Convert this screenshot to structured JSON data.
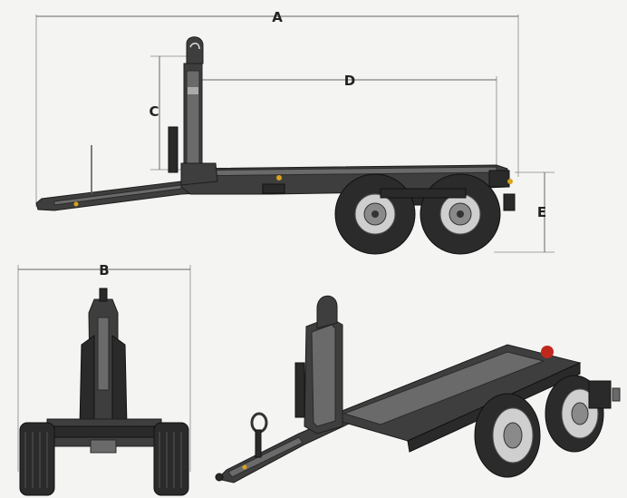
{
  "dimensions": {
    "A": "A",
    "B": "B",
    "C": "C",
    "D": "D",
    "E": "E"
  },
  "views": {
    "side": "side-view",
    "rear": "rear-view",
    "perspective": "perspective-view"
  },
  "colors": {
    "frame": "#3e3e3e",
    "background": "#f4f4f2",
    "accent": "#d8a21a",
    "light": "#c0281e"
  }
}
